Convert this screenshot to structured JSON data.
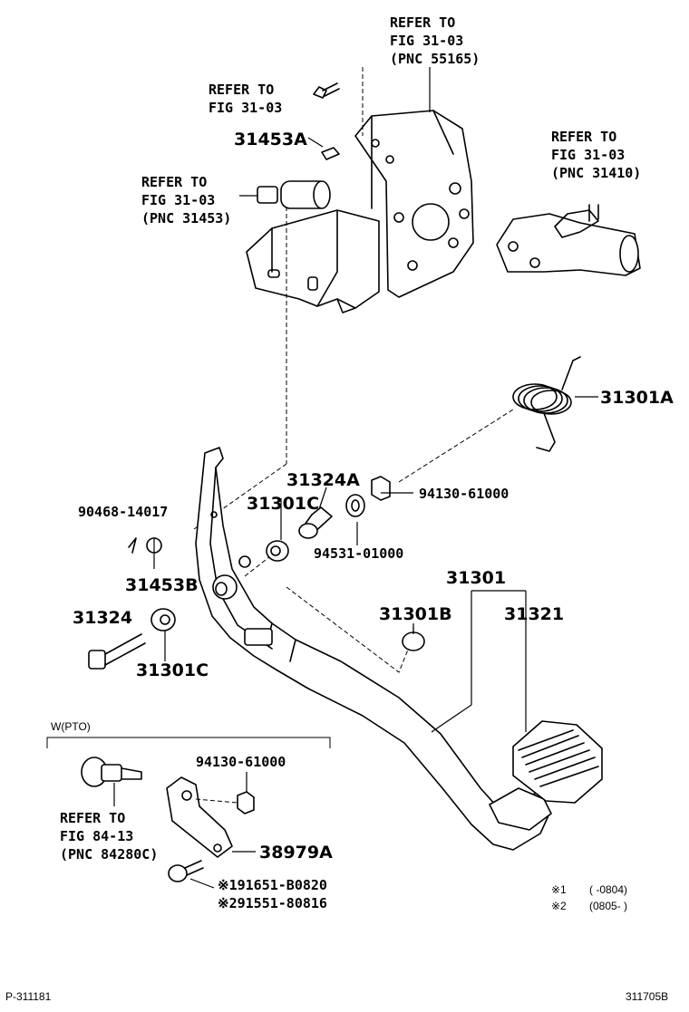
{
  "labels": {
    "refer_top_1": "REFER TO",
    "refer_top_2": "FIG 31-03",
    "refer_top_3": "(PNC 55165)",
    "refer_bolt_1": "REFER TO",
    "refer_bolt_2": "FIG 31-03",
    "refer_switch_1": "REFER TO",
    "refer_switch_2": "FIG 31-03",
    "refer_switch_3": "(PNC 31453)",
    "refer_cyl_1": "REFER TO",
    "refer_cyl_2": "FIG 31-03",
    "refer_cyl_3": "(PNC 31410)",
    "refer_pto_1": "REFER TO",
    "refer_pto_2": "FIG 84-13",
    "refer_pto_3": "(PNC 84280C)"
  },
  "parts": {
    "p31453A": "31453A",
    "p31301A": "31301A",
    "p31324A": "31324A",
    "p31301C_top": "31301C",
    "p94130_top": "94130-61000",
    "p90468": "90468-14017",
    "p94531": "94531-01000",
    "p31453B": "31453B",
    "p31301": "31301",
    "p31324": "31324",
    "p31301B": "31301B",
    "p31321": "31321",
    "p31301C_bottom": "31301C",
    "p94130_pto": "94130-61000",
    "p38979A": "38979A",
    "p191651": "※191651-B0820",
    "p291551": "※291551-80816"
  },
  "section": {
    "pto_header": "W(PTO)"
  },
  "notes": {
    "note1_mark": "※1",
    "note1_range": "(       -0804)",
    "note2_mark": "※2",
    "note2_range": "(0805-       )"
  },
  "footer": {
    "left_code": "P-311181",
    "right_code": "311705B"
  }
}
